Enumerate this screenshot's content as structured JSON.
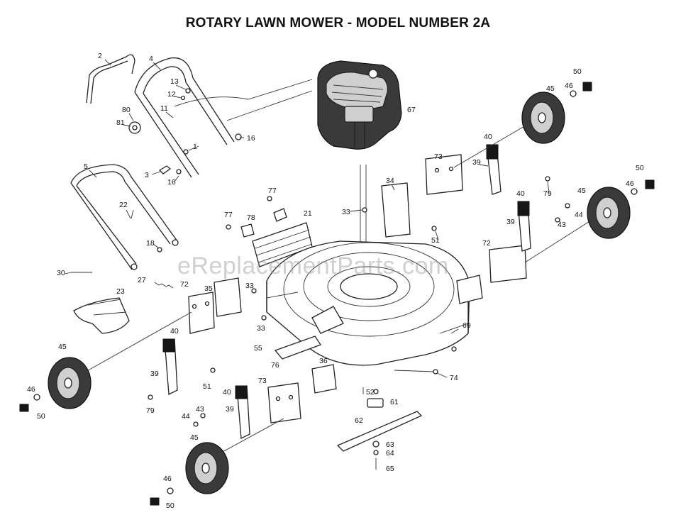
{
  "title": "ROTARY LAWN MOWER - MODEL NUMBER 2A",
  "watermark": "eReplacementParts.com",
  "callouts": [
    {
      "id": "c2",
      "text": "2"
    },
    {
      "id": "c4",
      "text": "4"
    },
    {
      "id": "c13",
      "text": "13"
    },
    {
      "id": "c12",
      "text": "12"
    },
    {
      "id": "c80",
      "text": "80"
    },
    {
      "id": "c81",
      "text": "81"
    },
    {
      "id": "c11",
      "text": "11"
    },
    {
      "id": "c1",
      "text": "1"
    },
    {
      "id": "c3",
      "text": "3"
    },
    {
      "id": "c16a",
      "text": "16"
    },
    {
      "id": "c16b",
      "text": "16"
    },
    {
      "id": "c5",
      "text": "5"
    },
    {
      "id": "c22",
      "text": "22"
    },
    {
      "id": "c18",
      "text": "18"
    },
    {
      "id": "c30",
      "text": "30"
    },
    {
      "id": "c27",
      "text": "27"
    },
    {
      "id": "c23",
      "text": "23"
    },
    {
      "id": "c72a",
      "text": "72"
    },
    {
      "id": "c35",
      "text": "35"
    },
    {
      "id": "c33a",
      "text": "33"
    },
    {
      "id": "c33b",
      "text": "33"
    },
    {
      "id": "c55",
      "text": "55"
    },
    {
      "id": "c40a",
      "text": "40"
    },
    {
      "id": "c39a",
      "text": "39"
    },
    {
      "id": "c51a",
      "text": "51"
    },
    {
      "id": "c79a",
      "text": "79"
    },
    {
      "id": "c45a",
      "text": "45"
    },
    {
      "id": "c46a",
      "text": "46"
    },
    {
      "id": "c50a",
      "text": "50"
    },
    {
      "id": "c77a",
      "text": "77"
    },
    {
      "id": "c77b",
      "text": "77"
    },
    {
      "id": "c78",
      "text": "78"
    },
    {
      "id": "c21",
      "text": "21"
    },
    {
      "id": "c76",
      "text": "76"
    },
    {
      "id": "c36",
      "text": "36"
    },
    {
      "id": "c40b",
      "text": "40"
    },
    {
      "id": "c39b",
      "text": "39"
    },
    {
      "id": "c73a",
      "text": "73"
    },
    {
      "id": "c44a",
      "text": "44"
    },
    {
      "id": "c43a",
      "text": "43"
    },
    {
      "id": "c45b",
      "text": "45"
    },
    {
      "id": "c46b",
      "text": "46"
    },
    {
      "id": "c50b",
      "text": "50"
    },
    {
      "id": "c67",
      "text": "67"
    },
    {
      "id": "c34",
      "text": "34"
    },
    {
      "id": "c33c",
      "text": "33"
    },
    {
      "id": "c51b",
      "text": "51"
    },
    {
      "id": "c73b",
      "text": "73"
    },
    {
      "id": "c39c",
      "text": "39"
    },
    {
      "id": "c40c",
      "text": "40"
    },
    {
      "id": "c79b",
      "text": "79"
    },
    {
      "id": "c45c",
      "text": "45"
    },
    {
      "id": "c46c",
      "text": "46"
    },
    {
      "id": "c50c",
      "text": "50"
    },
    {
      "id": "c40d",
      "text": "40"
    },
    {
      "id": "c39d",
      "text": "39"
    },
    {
      "id": "c43b",
      "text": "43"
    },
    {
      "id": "c44b",
      "text": "44"
    },
    {
      "id": "c45d",
      "text": "45"
    },
    {
      "id": "c46d",
      "text": "46"
    },
    {
      "id": "c50d",
      "text": "50"
    },
    {
      "id": "c72b",
      "text": "72"
    },
    {
      "id": "c69",
      "text": "69"
    },
    {
      "id": "c74",
      "text": "74"
    },
    {
      "id": "c52",
      "text": "52"
    },
    {
      "id": "c61",
      "text": "61"
    },
    {
      "id": "c62",
      "text": "62"
    },
    {
      "id": "c63",
      "text": "63"
    },
    {
      "id": "c64",
      "text": "64"
    },
    {
      "id": "c65",
      "text": "65"
    }
  ]
}
